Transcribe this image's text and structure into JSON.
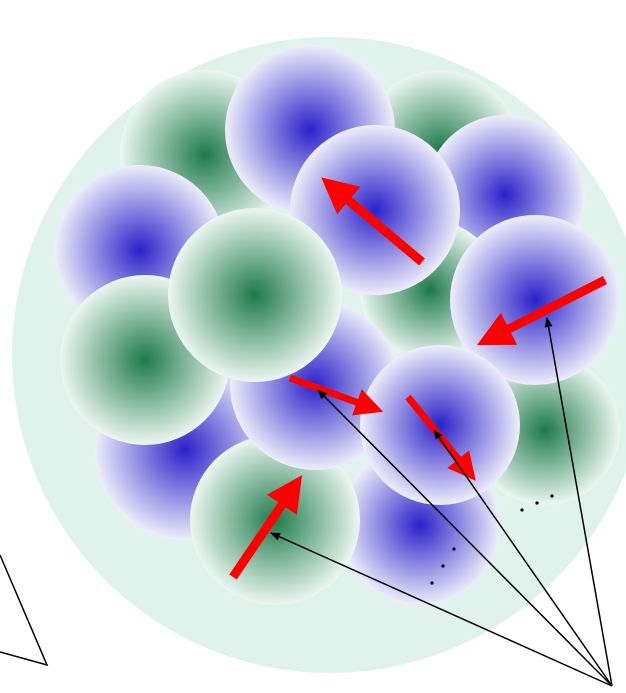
{
  "colors": {
    "background": "#ffffff",
    "outer_sphere": "#dff3ec",
    "green_center": "#1e7a4a",
    "green_edge": "#ecf7f2",
    "blue_center": "#2a21c8",
    "blue_edge": "#eeeefa",
    "arrow_red": "#ff0000",
    "pointer_line": "#000000",
    "ellipsis_dots": "#000000"
  },
  "legend": {
    "green_sphere": "green-radial-gradient-ball",
    "blue_sphere": "blue-radial-gradient-ball",
    "red_arrow": "displacement-arrow",
    "black_line": "pointer-line"
  }
}
